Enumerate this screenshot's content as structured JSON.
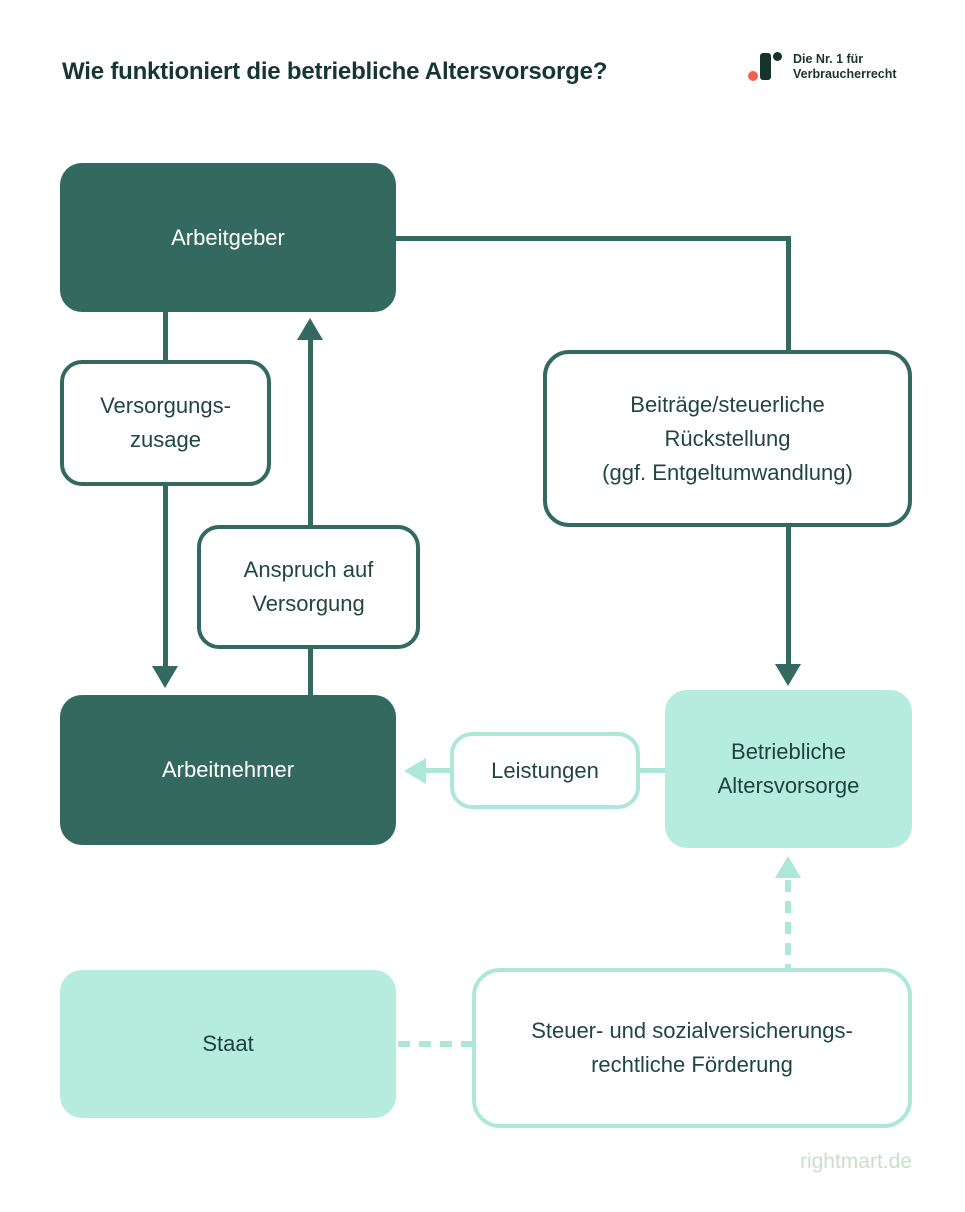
{
  "title": "Wie funktioniert die betriebliche Altersvorsorge?",
  "logo": {
    "tagline_line1": "Die Nr. 1 für",
    "tagline_line2": "Verbraucherrecht"
  },
  "footer": {
    "website": "rightmart.de"
  },
  "colors": {
    "dark_teal": "#33695F",
    "dark_text": "#20473F",
    "title_text": "#17362F",
    "mint_fill": "#B6ECDD",
    "mint_line": "#ACE8D7",
    "logo_coral": "#F4604F",
    "logo_dark": "#16332C",
    "footer_text": "#C9DFCB",
    "background": "#FFFFFF"
  },
  "nodes": {
    "arbeitgeber": {
      "label": "Arbeitgeber",
      "style": "solid-dark"
    },
    "versorgungszusage": {
      "lines": [
        "Versorgungs-",
        "zusage"
      ],
      "style": "outline-dark"
    },
    "anspruch": {
      "lines": [
        "Anspruch auf",
        "Versorgung"
      ],
      "style": "outline-dark"
    },
    "beitraege": {
      "lines": [
        "Beiträge/steuerliche",
        "Rückstellung",
        "(ggf. Entgeltumwandlung)"
      ],
      "style": "outline-dark"
    },
    "arbeitnehmer": {
      "label": "Arbeitnehmer",
      "style": "solid-dark"
    },
    "leistungen": {
      "label": "Leistungen",
      "style": "outline-mint"
    },
    "betriebliche_altersvorsorge": {
      "lines": [
        "Betriebliche",
        "Altersvorsorge"
      ],
      "style": "solid-mint"
    },
    "staat": {
      "label": "Staat",
      "style": "solid-mint"
    },
    "foerderung": {
      "lines": [
        "Steuer- und sozialversicherungs-",
        "rechtliche Förderung"
      ],
      "style": "outline-mint"
    }
  },
  "edges": [
    {
      "from": "arbeitgeber",
      "to": "arbeitnehmer",
      "label_node": "versorgungszusage",
      "style": "solid dark, arrow down"
    },
    {
      "from": "arbeitnehmer",
      "to": "arbeitgeber",
      "label_node": "anspruch",
      "style": "solid dark, arrow up"
    },
    {
      "from": "arbeitgeber",
      "to": "betriebliche_altersvorsorge",
      "label_node": "beitraege",
      "style": "solid dark, right then down, arrow down"
    },
    {
      "from": "betriebliche_altersvorsorge",
      "to": "arbeitnehmer",
      "label_node": "leistungen",
      "style": "solid mint, arrow left"
    },
    {
      "from": "staat",
      "to": "foerderung",
      "label_node": null,
      "style": "dashed mint, no arrow"
    },
    {
      "from": "foerderung",
      "to": "betriebliche_altersvorsorge",
      "label_node": null,
      "style": "dashed mint, arrow up"
    }
  ]
}
